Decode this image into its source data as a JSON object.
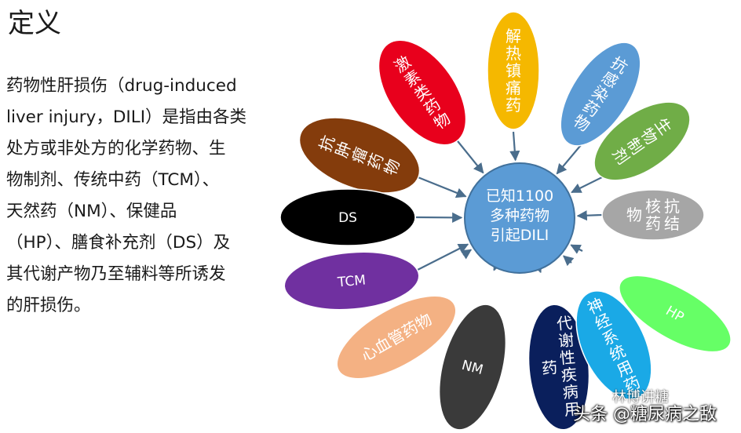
{
  "title": "定义",
  "paragraph": "药物性肝损伤（drug-induced\nliver injury，DILI）是指由各类\n处方或非处方的化学药物、生\n物制剂、传统中药（TCM）、\n天然药（NM）、保健品\n（HP）、膳食补充剂（DS）及\n其代谢产物乃至辅料等所诱发\n的肝损伤。",
  "hub": {
    "lines": [
      "已知1100",
      "多种药物",
      "引起DILI"
    ],
    "color": "#5b9bd5"
  },
  "categories": [
    {
      "id": "jiere",
      "label": "解热镇痛药",
      "color": "#f5b800",
      "vertical": true
    },
    {
      "id": "jisu",
      "label": "激素类药物",
      "color": "#e8001c",
      "vertical": true
    },
    {
      "id": "kanggan",
      "label": "抗感染药物",
      "color": "#5b9bd5",
      "vertical": true
    },
    {
      "id": "shengwu",
      "label": "生物制剂",
      "color": "#70ad47",
      "vertical": true
    },
    {
      "id": "kangzl",
      "label": "抗肿瘤药物",
      "color": "#843c0c",
      "vertical": true
    },
    {
      "id": "kangjh",
      "label": "抗结核药物",
      "color": "#a6a6a6",
      "vertical": true
    },
    {
      "id": "ds",
      "label": "DS",
      "color": "#000000",
      "vertical": false
    },
    {
      "id": "tcm",
      "label": "TCM",
      "color": "#7030a0",
      "vertical": false
    },
    {
      "id": "hp",
      "label": "HP",
      "color": "#66ff66",
      "vertical": false
    },
    {
      "id": "xinxue",
      "label": "心血管药物",
      "color": "#f4b183",
      "vertical": false
    },
    {
      "id": "nm",
      "label": "NM",
      "color": "#3a3a3a",
      "vertical": false
    },
    {
      "id": "daixie",
      "label": "代谢性疾病用药",
      "color": "#0a1f5c",
      "vertical": true
    },
    {
      "id": "shenjing",
      "label": "神经系统用药",
      "color": "#1aa9e6",
      "vertical": true
    }
  ],
  "watermark": "头条 @糖尿病之敌",
  "watermark_logo": "林博讲糖"
}
